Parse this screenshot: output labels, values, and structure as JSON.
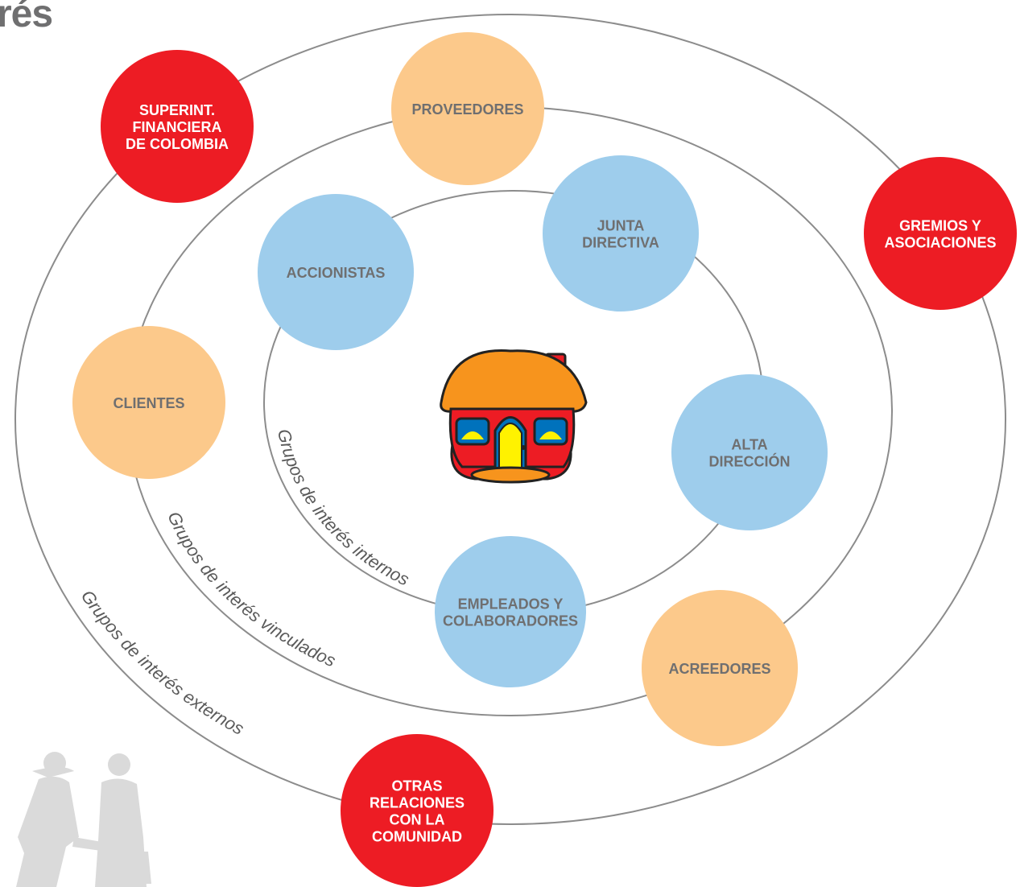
{
  "title": "rés",
  "colors": {
    "external": "#ed1c24",
    "linked": "#fcc98b",
    "internal": "#9ecdec",
    "ring": "#8c8c8c",
    "label_dark": "#6f6f70",
    "label_light": "#ffffff",
    "ring_label": "#5a5a5a",
    "house_roof": "#f7941d",
    "house_body": "#ed1c24",
    "house_door": "#fff200",
    "house_window": "#0072bc"
  },
  "rings": {
    "internal": {
      "label": "Grupos de interés internos"
    },
    "linked": {
      "label": "Grupos de interés vinculados"
    },
    "external": {
      "label": "Grupos de interés externos"
    }
  },
  "nodes": [
    {
      "id": "superint",
      "group": "external",
      "lines": [
        "SUPERINT.",
        "FINANCIERA",
        "DE COLOMBIA"
      ]
    },
    {
      "id": "gremios",
      "group": "external",
      "lines": [
        "GREMIOS Y",
        "ASOCIACIONES"
      ]
    },
    {
      "id": "otras",
      "group": "external",
      "lines": [
        "OTRAS",
        "RELACIONES",
        "CON LA",
        "COMUNIDAD"
      ]
    },
    {
      "id": "proveedores",
      "group": "linked",
      "lines": [
        "PROVEEDORES"
      ]
    },
    {
      "id": "clientes",
      "group": "linked",
      "lines": [
        "CLIENTES"
      ]
    },
    {
      "id": "acreedores",
      "group": "linked",
      "lines": [
        "ACREEDORES"
      ]
    },
    {
      "id": "accionistas",
      "group": "internal",
      "lines": [
        "ACCIONISTAS"
      ]
    },
    {
      "id": "junta",
      "group": "internal",
      "lines": [
        "JUNTA",
        "DIRECTIVA"
      ]
    },
    {
      "id": "alta",
      "group": "internal",
      "lines": [
        "ALTA",
        "DIRECCIÓN"
      ]
    },
    {
      "id": "empleados",
      "group": "internal",
      "lines": [
        "EMPLEADOS Y",
        "COLABORADORES"
      ]
    }
  ]
}
